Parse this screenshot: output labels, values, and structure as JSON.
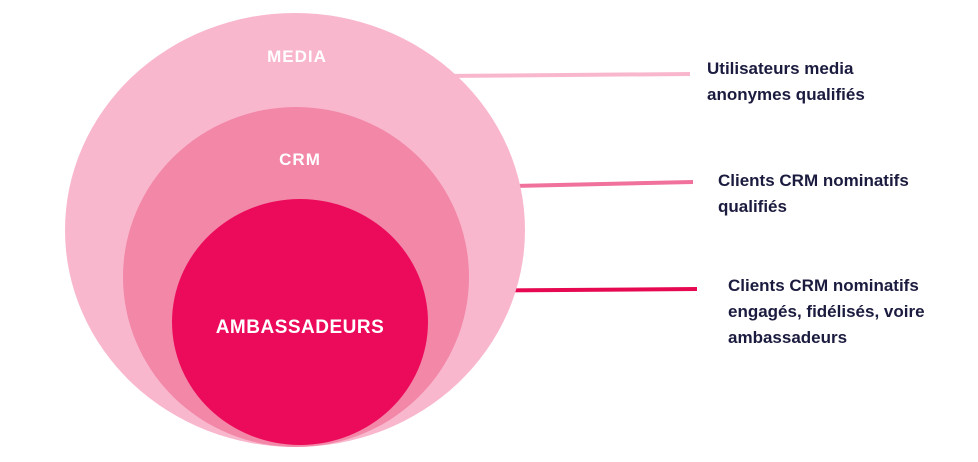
{
  "palette": {
    "background": "#FFFFFF",
    "ring_label_text": "#FFFFFF",
    "annotation_text": "#1B1B3F"
  },
  "rings": [
    {
      "label": "MEDIA",
      "fill": "#F9B7CD",
      "connector_color": "#F9B7CD",
      "annotation_lines": [
        "Utilisateurs media",
        "anonymes qualifiés"
      ]
    },
    {
      "label": "CRM",
      "fill": "#F287A8",
      "connector_color": "#F0719B",
      "annotation_lines": [
        "Clients CRM nominatifs",
        "qualifiés"
      ]
    },
    {
      "label": "AMBASSADEURS",
      "fill": "#EC0B5B",
      "connector_color": "#E60850",
      "annotation_lines": [
        "Clients CRM nominatifs",
        "engagés, fidélisés, voire",
        "ambassadeurs"
      ]
    }
  ]
}
